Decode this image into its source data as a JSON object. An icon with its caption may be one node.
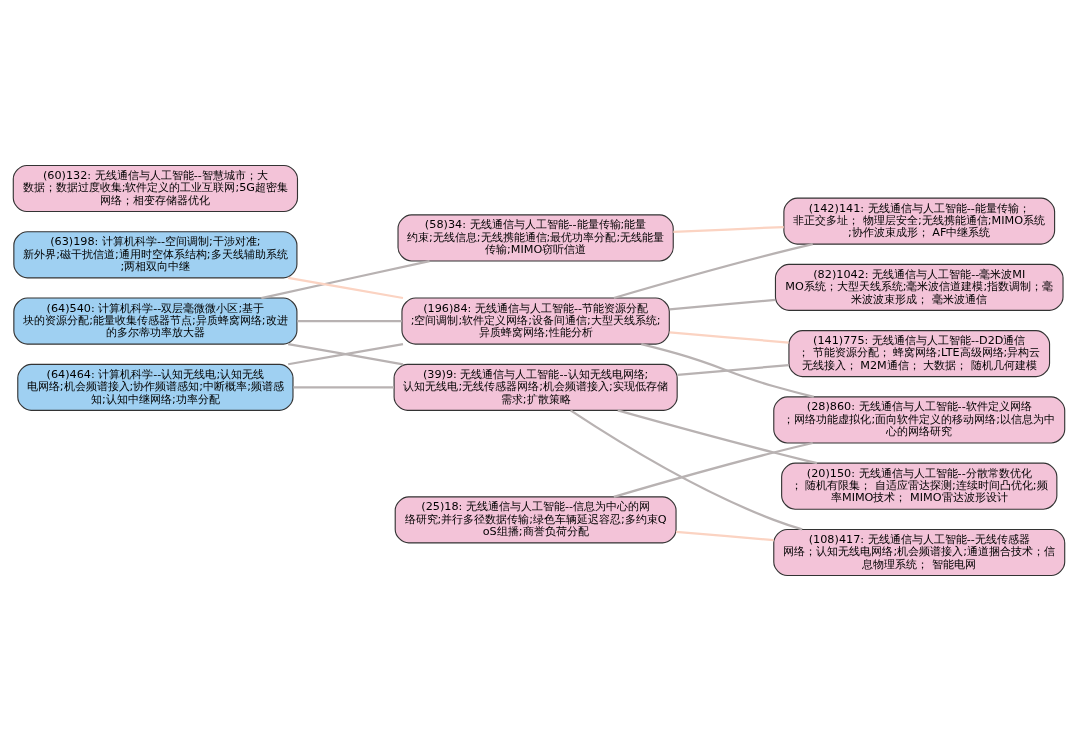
{
  "diagram": {
    "nodes": [
      {
        "text": [
          "(64)540: 计算机科学--双层毫微微小区;基于块的资源分配;能量收集传感器节点;异质蜂窝网络;改进的多尔蒂功率放大器"
        ]
      },
      {
        "text": [
          "(63)198: 计算机科学--空间调制;干涉对准;新外界;磁干扰信道;通用时空体系结构;多天线辅助系统;两相双向中继"
        ]
      },
      {
        "text": [
          "(64)464: 计算机科学--认知无线电;认知无线电网络;机会频谱接入;协作频谱感知;中断概率;频谱感知;认知中继网络;功率分配"
        ]
      },
      {
        "text": [
          "(58)34: 无线通信与人工智能--能量传输;能量约束;无线信息;无线携能通信;最优功率分配;无线能量传输;MIMO窃听信道"
        ]
      },
      {
        "text": [
          "(196)84: 无线通信与人工智能--节能资源分配;空间调制;软件定义网络;设备间通信;大型天线系统;异质蜂窝网络;性能分析"
        ]
      },
      {
        "text": [
          "(39)9: 无线通信与人工智能--认知无线电网络;认知无线电;无线传感器网络;机会频谱接入;实现低存储需求;扩散策略"
        ]
      },
      {
        "text": [
          "(25)18: 无线通信与人工智能--信息为中心的网络研究;并行多径数据传输;绿色车辆延迟容忍;多约束QoS组播;商誉负荷分配"
        ]
      },
      {
        "text": [
          "(142)141: 无线通信与人工智能--能量传输；非正交多址； 物理层安全;无线携能通信;MIMO系统;协作波束成形； AF中继系统"
        ]
      },
      {
        "text": [
          "(141)775: 无线通信与人工智能--D2D通信； 节能资源分配； 蜂窝网络;LTE高级网络;异构云无线接入； M2M通信； 大数据； 随机几何建模"
        ]
      },
      {
        "text": [
          "(82)1042: 无线通信与人工智能--毫米波MIMO系统；大型天线系统;毫米波信道建模;指数调制；毫米波波束形成； 毫米波通信"
        ]
      },
      {
        "text": [
          "(20)150: 无线通信与人工智能--分散常数优化； 随机有限集； 自适应雷达探测;连续时间凸优化;频率MIMO技术； MIMO雷达波形设计"
        ]
      },
      {
        "text": [
          "(28)860: 无线通信与人工智能--软件定义网络；网络功能虚拟化;面向软件定义的移动网络;以信息为中心的网络研究"
        ]
      },
      {
        "text": [
          "(108)417: 无线通信与人工智能--无线传感器网络；认知无线电网络;机会频谱接入;通道捆合技术；信息物理系统； 智能电网"
        ]
      },
      {
        "text": [
          "(60)132: 无线通信与人工智能--智慧城市；大数据；数据过度收集;软件定义的工业互联网;5G超密集网络；相变存储器优化"
        ]
      }
    ],
    "edges": [
      {
        "from": 0,
        "to": 3,
        "arrow": "none"
      },
      {
        "from": 0,
        "to": 4,
        "arrow": "none"
      },
      {
        "from": 0,
        "to": 5,
        "arrow": "none"
      },
      {
        "from": 1,
        "to": 4,
        "arrow": "none",
        "color": "#fbd3c2"
      },
      {
        "from": 2,
        "to": 4,
        "arrow": "none"
      },
      {
        "from": 2,
        "to": 5,
        "arrow": "none"
      },
      {
        "from": 3,
        "to": 7,
        "arrow": "none",
        "color": "#fbd3c2"
      },
      {
        "from": 4,
        "to": 7,
        "arrow": "none"
      },
      {
        "from": 4,
        "to": 8,
        "arrow": "none",
        "color": "#fbd3c2"
      },
      {
        "from": 4,
        "to": 9,
        "arrow": "none"
      },
      {
        "from": 4,
        "to": 11,
        "arrow": "none"
      },
      {
        "from": 5,
        "to": 8,
        "arrow": "none"
      },
      {
        "from": 5,
        "to": 10,
        "arrow": "none"
      },
      {
        "from": 5,
        "to": 12,
        "arrow": "none"
      },
      {
        "from": 6,
        "to": 11,
        "arrow": "none"
      },
      {
        "from": 6,
        "to": 12,
        "arrow": "none",
        "color": "#fbd3c2"
      }
    ]
  }
}
